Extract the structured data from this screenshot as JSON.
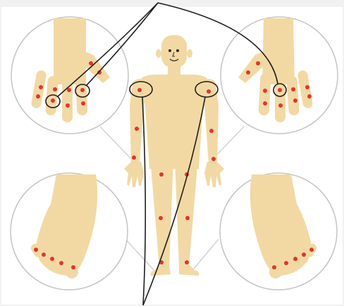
{
  "colors": {
    "page": "#f1f1f1",
    "panel": "#ffffff",
    "skin": "#f2d9a3",
    "joint": "#e8332a",
    "outline": "#1e1e1e",
    "circle_border": "#c4c4c4",
    "connector": "#c9c9c9",
    "face": "#2a2a2a"
  },
  "figure": {
    "pose": "front-standing",
    "insets": [
      "left-hand",
      "right-hand",
      "left-foot",
      "right-foot"
    ],
    "highlighted_joints": [
      "left-shoulder",
      "right-shoulder",
      "left-hand-knuckles",
      "right-hand-knuckles"
    ]
  }
}
